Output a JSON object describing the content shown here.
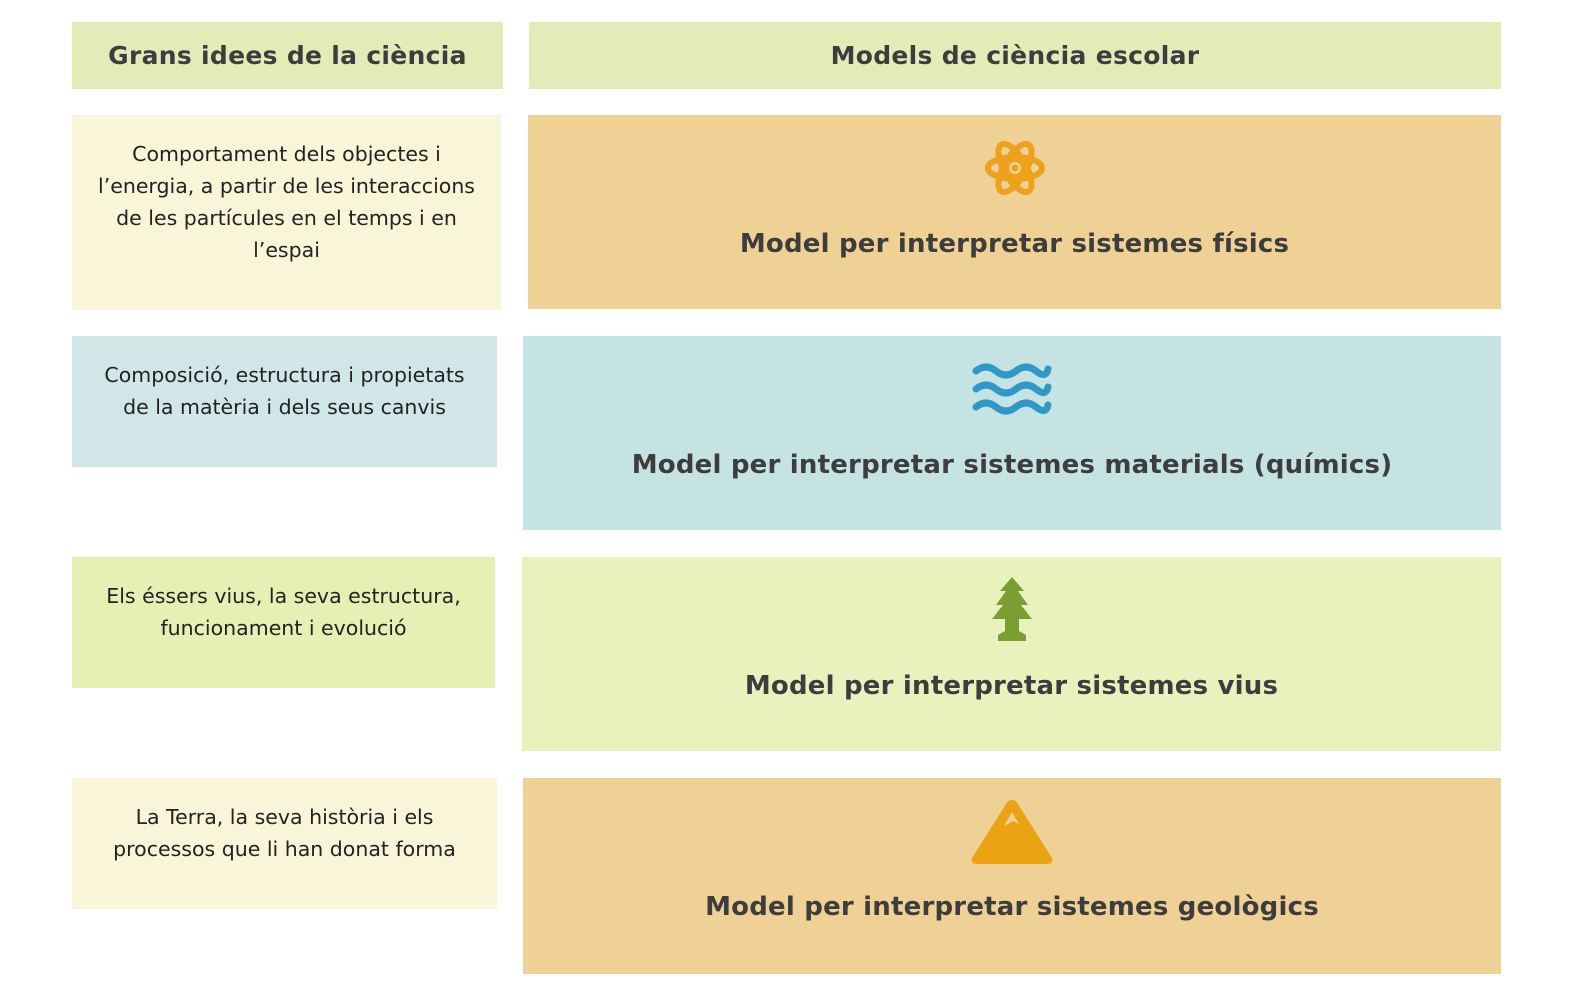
{
  "headers": {
    "ideas": "Grans idees de la ciència",
    "models": "Models de ciència escolar"
  },
  "rows": [
    {
      "idea": "Comportament dels objectes i l’energia, a partir de les interaccions de les partícules en el temps i en l’espai",
      "model": "Model per interpretar sistemes físics",
      "icon": "atom-icon",
      "icon_color": "#eda11d"
    },
    {
      "idea": "Composició, estructura i propietats de la matèria i dels seus canvis",
      "model": "Model per interpretar sistemes materials (químics)",
      "icon": "waves-icon",
      "icon_color": "#2f98c7"
    },
    {
      "idea": "Els éssers vius, la seva estructura, funcionament i evolució",
      "model": "Model per interpretar sistemes vius",
      "icon": "tree-icon",
      "icon_color": "#7b9e32"
    },
    {
      "idea": "La Terra, la seva història i els processos que li han donat forma",
      "model": "Model per interpretar sistemes geològics",
      "icon": "mountain-icon",
      "icon_color": "#eaa312"
    }
  ]
}
